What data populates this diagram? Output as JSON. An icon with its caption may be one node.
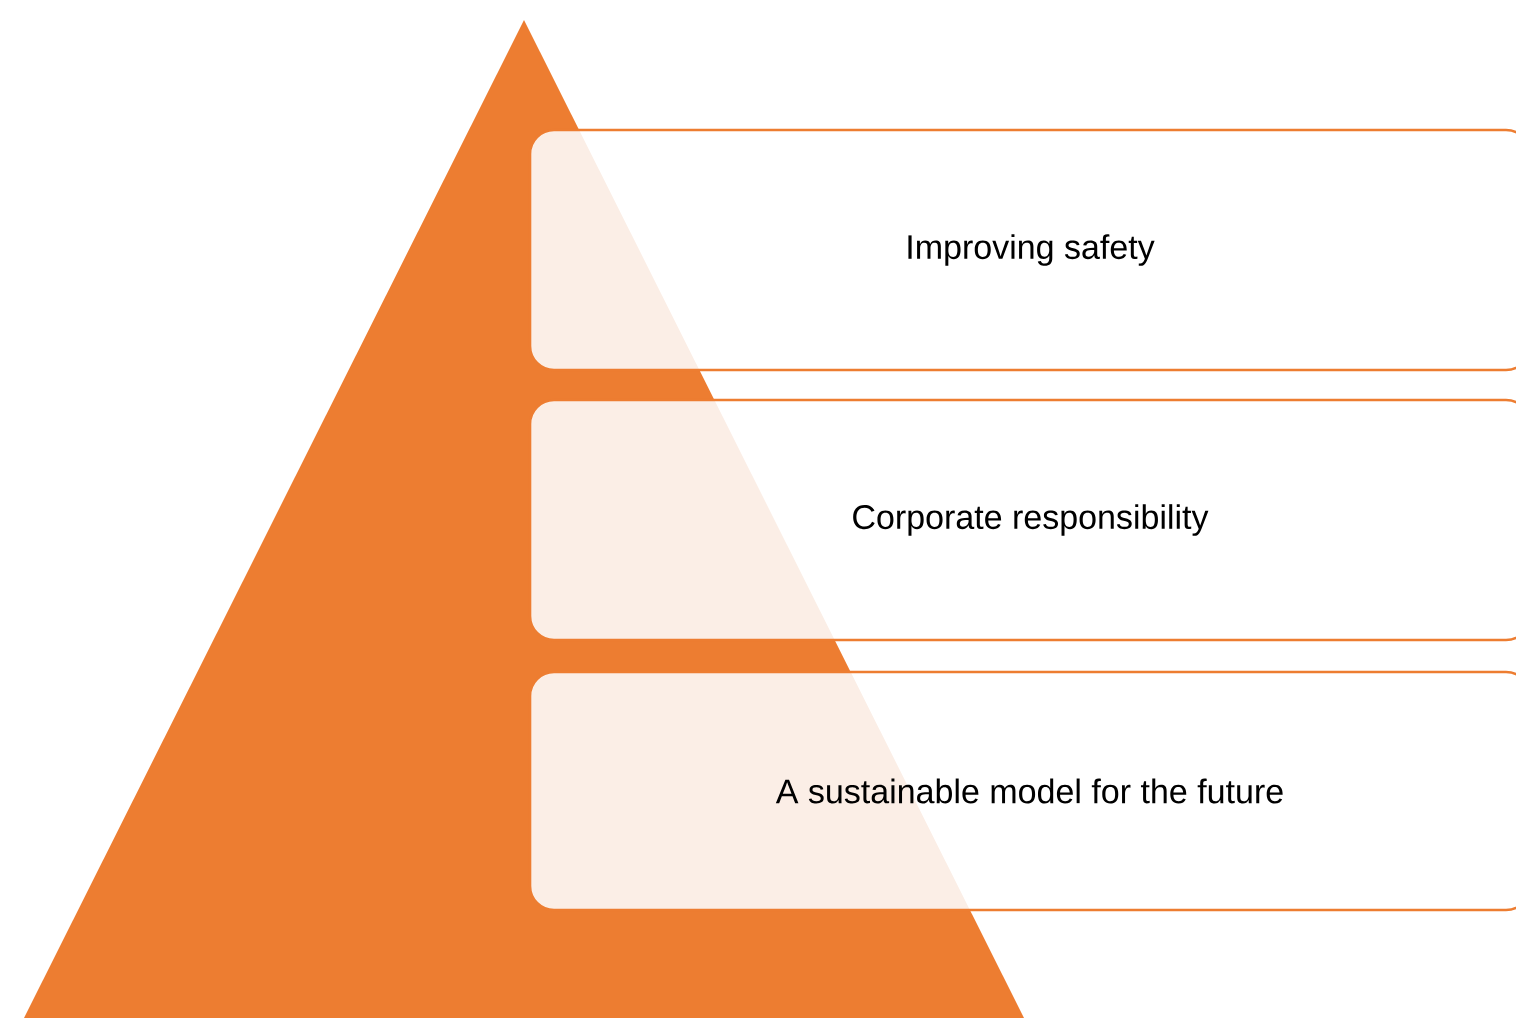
{
  "diagram": {
    "nodes": [
      {
        "text": [
          "Improving safety"
        ]
      },
      {
        "text": [
          "Corporate responsibility"
        ]
      },
      {
        "text": [
          "A sustainable model for the future"
        ]
      }
    ]
  }
}
